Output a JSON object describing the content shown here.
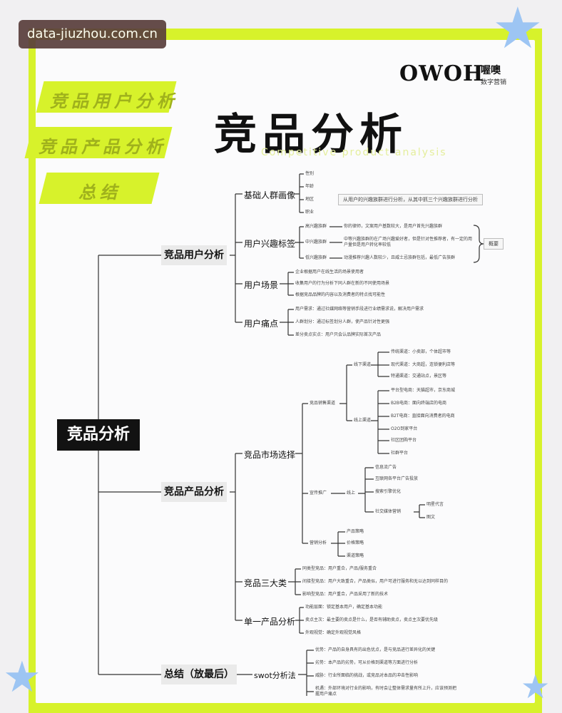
{
  "watermark": "data-jiuzhou.com.cn",
  "logo": {
    "mark": "OWOH",
    "cn": "喔噢",
    "sub": "数字营销"
  },
  "tabs": [
    "竞品用户分析",
    "竞品产品分析",
    "总结"
  ],
  "title": "竞品分析",
  "subtitle": "Competitive product analysis",
  "root": "竞品分析",
  "branches": [
    {
      "label": "竞品用户分析",
      "groups": [
        {
          "label": "基础人群画像",
          "items": [
            "性别",
            "年龄",
            "地区",
            "职业"
          ],
          "note": "从用户的兴趣族群进行分析，从其中抓三个兴趣族群进行分析"
        },
        {
          "label": "用户兴趣标签",
          "items": [
            "高兴趣族群",
            "中兴趣族群",
            "低兴趣族群"
          ],
          "details": [
            "你的律师，文案用户基数较大，是用户首先兴趣族群",
            "中等兴趣族群的在广场兴趣爱好者，但是针对性推荐者，有一定的用户量但是用户转化率较低",
            "动漫推荐兴趣人数较少，且威士忌族群包括，最低广告族群"
          ],
          "side": "概要"
        },
        {
          "label": "用户场景",
          "items": [
            "企业根据用户在线生活的场景使用者",
            "收集用户的行为分析下同人群在新的不同使用场景",
            "根据竞品品牌的内容以及消费者的特点找可能性"
          ]
        },
        {
          "label": "用户痛点",
          "items": [
            "用户需求：通过社媒网络等营销手段进行业绩需求说，解决用户需求",
            "人群划分：通过标签划分人群，使产品针对性更强",
            "差分卖点实点：用户只会认品牌实际首次产品"
          ]
        }
      ]
    },
    {
      "label": "竞品产品分析",
      "groups": [
        {
          "label": "竞品市场选择",
          "sub": [
            {
              "label": "竞品销售渠道",
              "sub": [
                {
                  "label": "线下渠道",
                  "items": [
                    "传统渠道：小卖部，个体超市等",
                    "现代渠道：大商超，连锁便利店等",
                    "特通渠道：交通站点，景区等"
                  ]
                },
                {
                  "label": "线上渠道",
                  "items": [
                    "平台型电商：天猫超市，京东商城",
                    "B2B电商：面向终端店的电商",
                    "B2T电商：直接面向消费者的电商",
                    "O2O到家平台",
                    "社区团购平台",
                    "社群平台"
                  ]
                }
              ]
            },
            {
              "label": "宣传推广",
              "sub": [
                {
                  "label": "线上",
                  "items": [
                    "信息流广告",
                    "互联网各平台广告投放",
                    "搜索引擎优化",
                    "社交媒体营销"
                  ],
                  "extra": [
                    "明星代言",
                    "图文"
                  ]
                }
              ]
            },
            {
              "label": "营销分析",
              "items": [
                "产品策略",
                "价格策略",
                "渠道策略"
              ]
            }
          ]
        },
        {
          "label": "竞品三大类",
          "items": [
            "同类型竞品：用户重合，产品/服务重合",
            "间接型竞品：用户大致重合，产品类似，用户可进行服务和无以达到同样目的",
            "影响型竞品：用户重合，产品采用了新的技术"
          ]
        },
        {
          "label": "单一产品分析",
          "items": [
            "功能层面：锁定基本用户，确定基本功能",
            "卖点主次：最主要的卖点是什么，是否有辅助卖点，卖点主次要优先级",
            "外观视觉：确定外观视觉风格"
          ]
        }
      ]
    },
    {
      "label": "总结（放最后）",
      "groups": [
        {
          "label": "swot分析法",
          "items": [
            "优势：产品的自身具有的出色优点，是与竞品进行差异化的关键",
            "劣势：本产品的劣势，可从价格到渠道等方面进行分析",
            "威胁：行业所面临的挑战，或竞品对本品的冲击性影响",
            "机遇：外部环境对行业的影响，有时会让整体需求量有所上升，应该预测把握用户痛点"
          ]
        }
      ]
    }
  ]
}
